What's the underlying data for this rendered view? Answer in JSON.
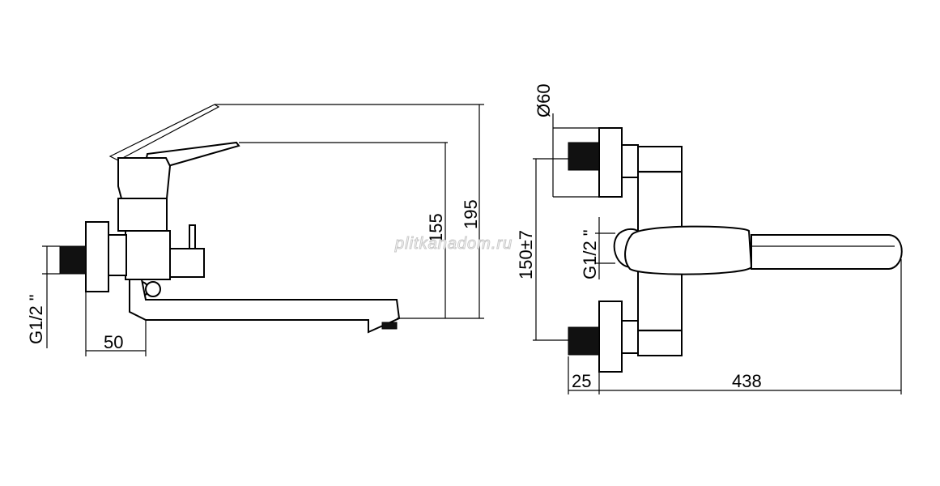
{
  "drawing": {
    "side_view": {
      "dims": {
        "thread": "G1/2 \"",
        "offset": "50",
        "spout_height": "155",
        "total_height": "195"
      }
    },
    "front_view": {
      "dims": {
        "eccentric_diameter": "Ø60",
        "center_distance": "150±7",
        "thread": "G1/2 \"",
        "eccentric_depth": "25",
        "spout_length": "438"
      }
    },
    "watermark": "plitkanadom.ru"
  }
}
